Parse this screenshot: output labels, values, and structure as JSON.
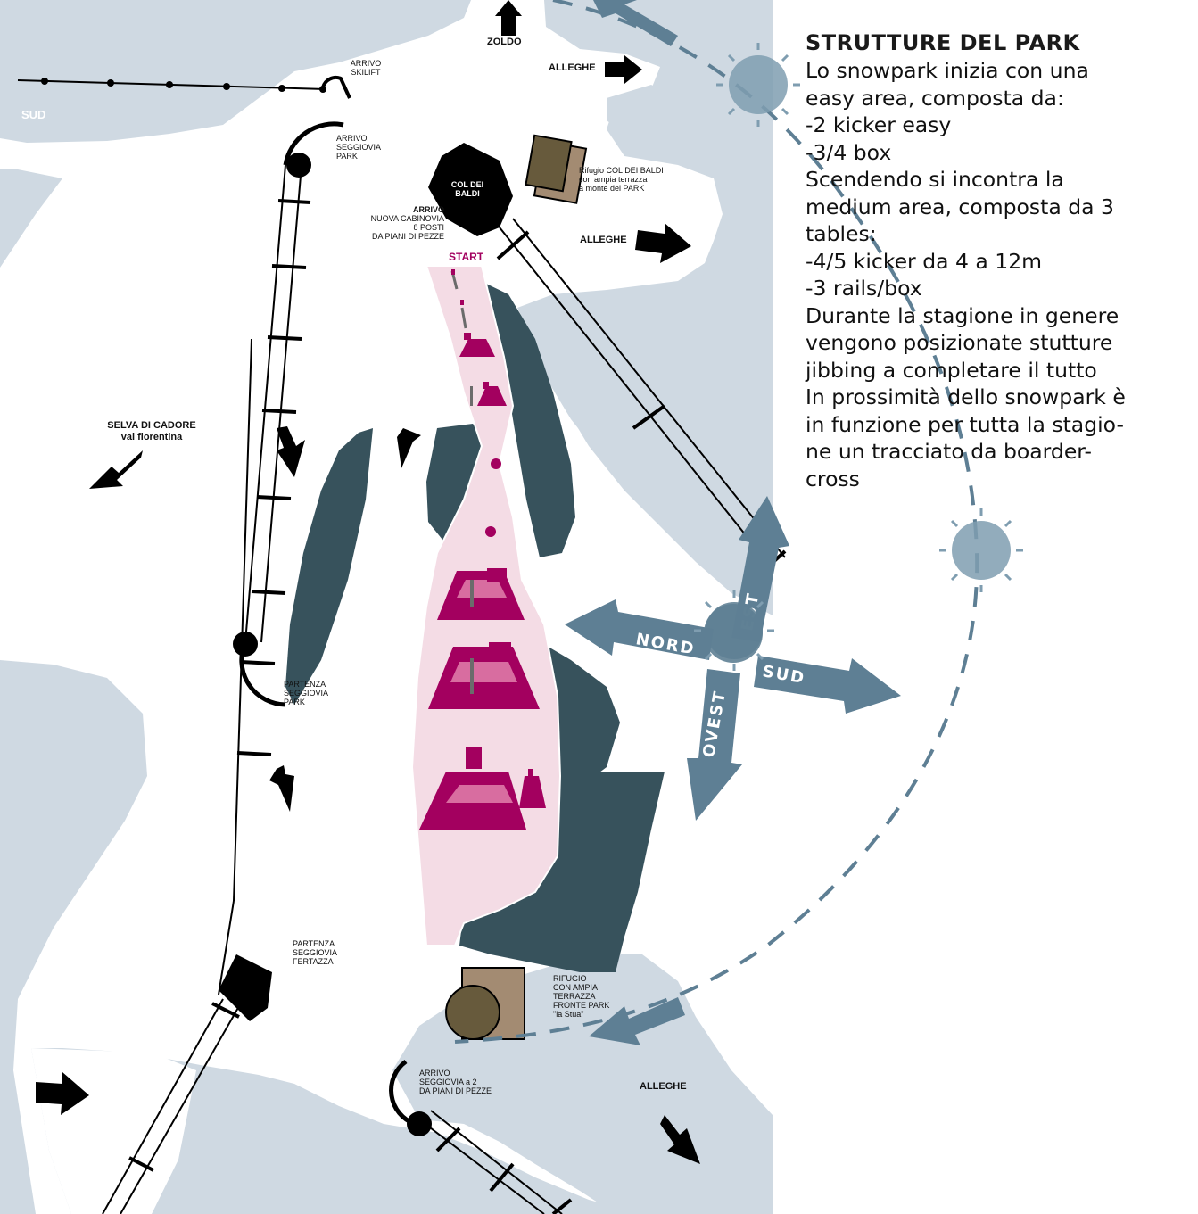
{
  "colors": {
    "terrain": "#cfd9e2",
    "slope": "#ffffff",
    "forest": "#37525c",
    "park": "#f4dce5",
    "feature": "#a3005f",
    "feature_light": "#d86da0",
    "compass": "#5e7f94",
    "sun": "#7f9db0",
    "hut_brown": "#675a3c",
    "hut_tan": "#a38b72"
  },
  "labels": {
    "zoldo": "ZOLDO",
    "alleghe_top": "ALLEGHE",
    "sud_left": "SUD",
    "arrivo_skilift": [
      "ARRIVO",
      "SKILIFT"
    ],
    "arrivo_seggiovia_park": [
      "ARRIVO",
      "SEGGIOVIA",
      "PARK"
    ],
    "col_dei_baldi": [
      "COL DEI",
      "BALDI"
    ],
    "rifugio_col_dei_baldi": [
      "Rifugio COL DEI BALDI",
      "con ampia terrazza",
      "a monte del PARK"
    ],
    "arrivo_cabinovia_title": "ARRIVO",
    "arrivo_cabinovia": [
      "NUOVA CABINOVIA",
      "8 POSTI",
      "DA PIANI DI PEZZE"
    ],
    "alleghe_mid": "ALLEGHE",
    "start": "START",
    "selva": [
      "SELVA DI CADORE",
      "val fiorentina"
    ],
    "partenza_seggiovia_park": [
      "PARTENZA",
      "SEGGIOVIA",
      "PARK"
    ],
    "partenza_seggiovia_fertazza": [
      "PARTENZA",
      "SEGGIOVIA",
      "FERTAZZA"
    ],
    "rifugio_stua": [
      "RIFUGIO",
      "CON AMPIA",
      "TERRAZZA",
      "FRONTE PARK",
      "\"la Stua\""
    ],
    "arrivo_seggiovia_2": [
      "ARRIVO",
      "SEGGIOVIA a 2",
      "DA PIANI DI PEZZE"
    ],
    "alleghe_bottom": "ALLEGHE"
  },
  "compass": {
    "nord": "NORD",
    "est": "EST",
    "sud": "SUD",
    "ovest": "OVEST"
  },
  "info": {
    "title": "STRUTTURE DEL PARK",
    "lines": [
      "Lo snowpark inizia con una",
      "easy area, composta da:",
      "-2 kicker easy",
      "-3/4 box",
      "Scendendo si incontra la",
      "medium area, composta da 3",
      "tables:",
      "-4/5 kicker da 4 a 12m",
      "-3 rails/box",
      "Durante la stagione in genere",
      "vengono posizionate stutture",
      "jibbing a completare il tutto",
      "In prossimità dello snowpark è",
      "in funzione per tutta la stagio-",
      "ne un tracciato da boarder-",
      "cross"
    ]
  }
}
